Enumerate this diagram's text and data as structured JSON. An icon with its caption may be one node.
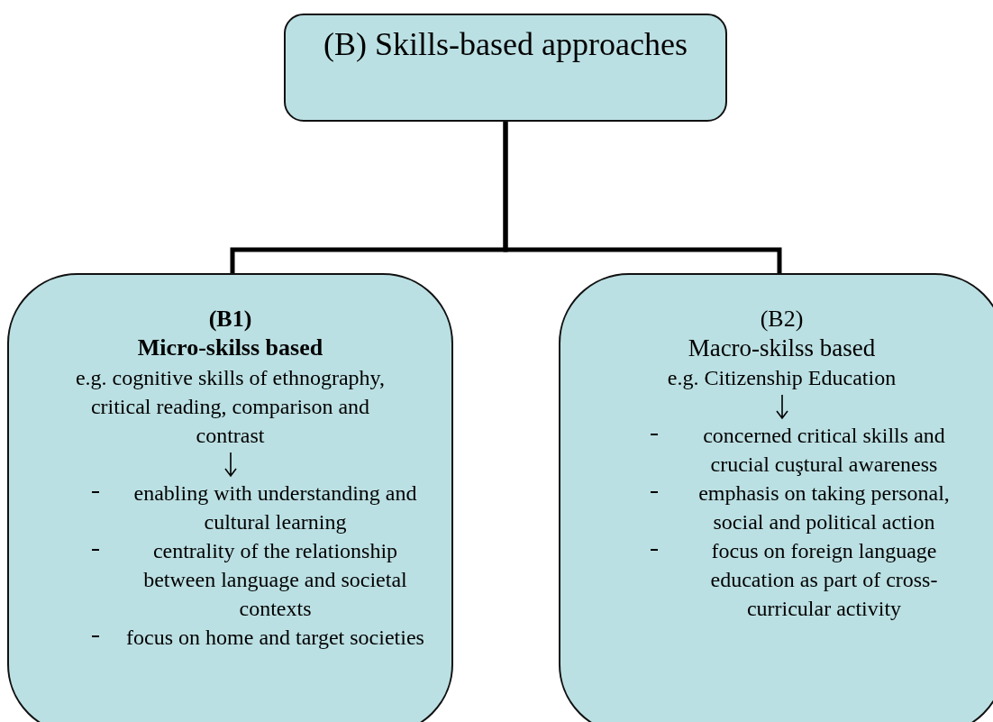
{
  "diagram": {
    "nodes": [
      {
        "text": [
          "(B) Skills-based approaches"
        ]
      },
      {
        "text": [
          "(B1)",
          "Micro-skilss based",
          "e.g. cognitive skills of ethnography, critical reading, comparison and contrast",
          "enabling with understanding and cultural learning",
          "centrality of the relationship between language and societal contexts",
          "focus on home and target societies"
        ]
      },
      {
        "text": [
          "(B2)",
          "Macro-skilss based",
          "e.g. Citizenship Education",
          "concerned critical skills and crucial cuştural awareness",
          "emphasis on taking personal, social and political action",
          "focus on foreign language education as part of cross-curricular activity"
        ]
      }
    ],
    "edges": [
      {
        "from": 0,
        "to": 1,
        "arrow": "none"
      },
      {
        "from": 0,
        "to": 2,
        "arrow": "none"
      }
    ]
  }
}
